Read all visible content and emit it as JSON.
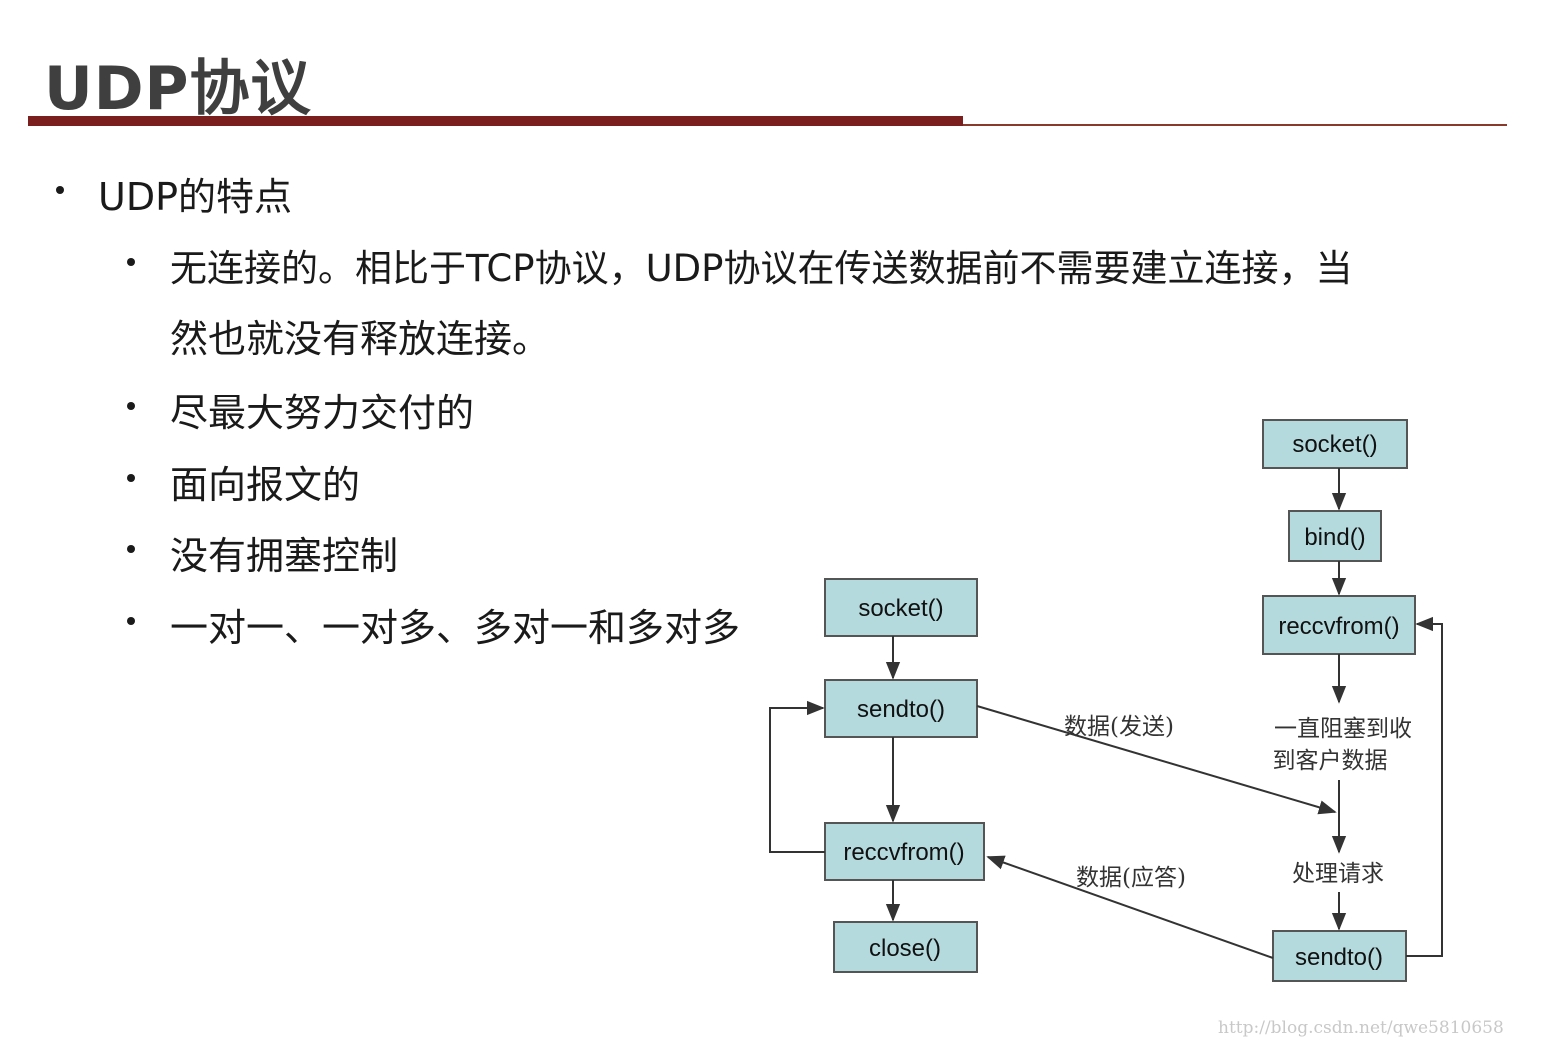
{
  "slide": {
    "title": "UDP协议",
    "bullets": {
      "main": "UDP的特点",
      "sub1_line1": "无连接的。相比于TCP协议，UDP协议在传送数据前不需要建立连接，当",
      "sub1_line2": "然也就没有释放连接。",
      "sub2": "尽最大努力交付的",
      "sub3": "面向报文的",
      "sub4": "没有拥塞控制",
      "sub5": "一对一、一对多、多对一和多对多"
    }
  },
  "diagram": {
    "client": {
      "socket": "socket()",
      "sendto": "sendto()",
      "reccvfrom": "reccvfrom()",
      "close": "close()"
    },
    "server": {
      "socket": "socket()",
      "bind": "bind()",
      "reccvfrom": "reccvfrom()",
      "block_line1": "一直阻塞到收",
      "block_line2": "到客户数据",
      "process": "处理请求",
      "sendto": "sendto()"
    },
    "edge_send_label": "数据(发送)",
    "edge_reply_label": "数据(应答)",
    "colors": {
      "box_fill": "#b4dade",
      "box_stroke": "#555555",
      "line": "#333333"
    }
  },
  "watermark": "http://blog.csdn.net/qwe5810658"
}
